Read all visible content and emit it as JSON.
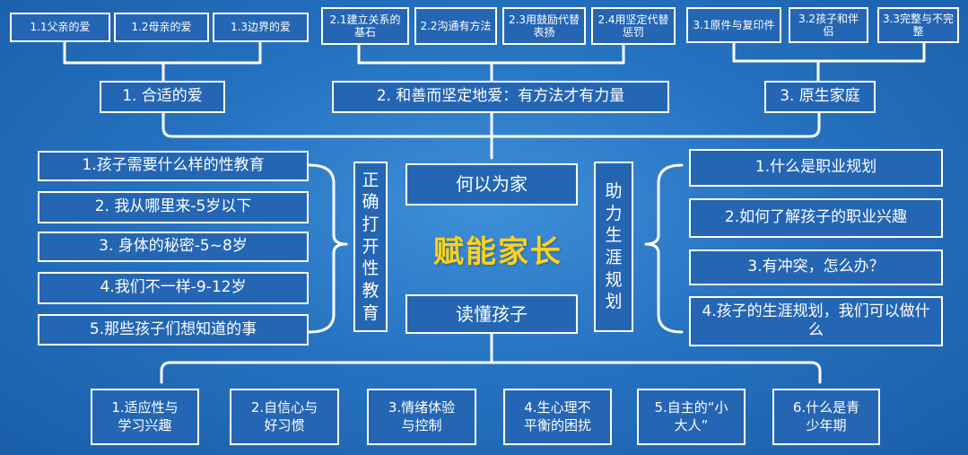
{
  "center_title": "赋能家长",
  "top": {
    "groups": [
      {
        "label": "1. 合适的爱",
        "items": [
          "1.1父亲的爱",
          "1.2母亲的爱",
          "1.3边界的爱"
        ]
      },
      {
        "label": "2. 和善而坚定地爱：有方法才有力量",
        "items": [
          "2.1建立关系的基石",
          "2.2沟通有方法",
          "2.3用鼓励代替表扬",
          "2.4用坚定代替惩罚"
        ]
      },
      {
        "label": "3. 原生家庭",
        "items": [
          "3.1原件与复印件",
          "3.2孩子和伴侣",
          "3.3完整与不完整"
        ]
      }
    ]
  },
  "left": {
    "label": "正确打开性教育",
    "items": [
      "1.孩子需要什么样的性教育",
      "2.  我从哪里来-5岁以下",
      "3.  身体的秘密-5~8岁",
      "4.我们不一样-9-12岁",
      "5.那些孩子们想知道的事"
    ]
  },
  "right": {
    "label": "助力生涯规划",
    "items": [
      "1.什么是职业规划",
      "2.如何了解孩子的职业兴趣",
      "3.有冲突，怎么办？",
      "4.孩子的生涯规划，我们可以做什么"
    ]
  },
  "center_top": "何以为家",
  "center_bottom": "读懂孩子",
  "bottom": {
    "items": [
      "1.适应性与学习兴趣",
      "2.自信心与好习惯",
      "3.情绪体验与控制",
      "4.生心理不平衡的困扰",
      "5.自主的“小大人”",
      "6.什么是青少年期"
    ]
  },
  "colors": {
    "box_fill": "#2466b4",
    "title": "#ffd21a",
    "line": "#ffffff"
  }
}
